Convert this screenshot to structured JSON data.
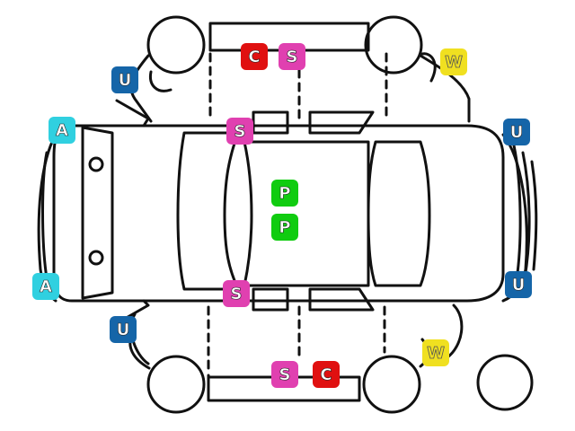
{
  "colors": {
    "outline": "#111111",
    "background": "#ffffff",
    "C": "#e01010",
    "S": "#e040b0",
    "U": "#1565a8",
    "W": "#f0e020",
    "A": "#30d0e0",
    "P": "#10cc10"
  },
  "markers": [
    {
      "id": "c-top",
      "letter": "C"
    },
    {
      "id": "s-top",
      "letter": "S"
    },
    {
      "id": "u-top-left",
      "letter": "U"
    },
    {
      "id": "w-top-right",
      "letter": "W"
    },
    {
      "id": "a-left-top",
      "letter": "A"
    },
    {
      "id": "s-upper-door",
      "letter": "S"
    },
    {
      "id": "u-right-top",
      "letter": "U"
    },
    {
      "id": "p-upper",
      "letter": "P"
    },
    {
      "id": "p-lower",
      "letter": "P"
    },
    {
      "id": "a-left-bottom",
      "letter": "A"
    },
    {
      "id": "s-lower-door",
      "letter": "S"
    },
    {
      "id": "u-right-bottom",
      "letter": "U"
    },
    {
      "id": "u-bottom-left",
      "letter": "U"
    },
    {
      "id": "w-bottom-right",
      "letter": "W"
    },
    {
      "id": "s-bottom",
      "letter": "S"
    },
    {
      "id": "c-bottom",
      "letter": "C"
    }
  ]
}
